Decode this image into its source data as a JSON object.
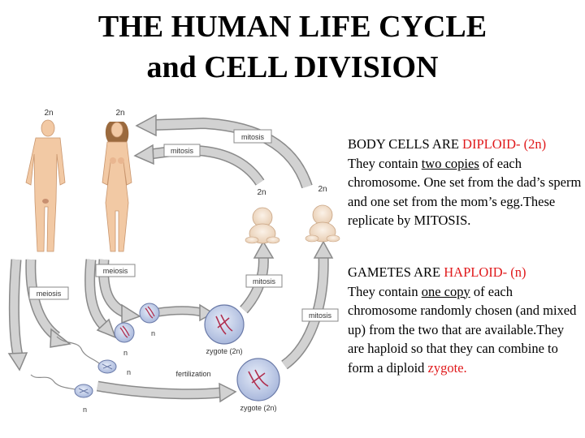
{
  "title": {
    "line1": "THE HUMAN LIFE CYCLE",
    "line2": "and CELL DIVISION"
  },
  "diagram": {
    "labels": {
      "adult_male_ploidy": "2n",
      "adult_female_ploidy": "2n",
      "baby_left_ploidy": "2n",
      "baby_right_ploidy": "2n",
      "mitosis_top": "mitosis",
      "mitosis_upper": "mitosis",
      "mitosis_middle": "mitosis",
      "mitosis_right": "mitosis",
      "meiosis_left": "meiosis",
      "meiosis_right": "meiosis",
      "egg_upper_n": "n",
      "egg_lower_n": "n",
      "sperm_n": "n",
      "sperm_lower_n": "n",
      "fertilization": "fertilization",
      "zygote_upper": "zygote (2n)",
      "zygote_lower": "zygote (2n)"
    }
  },
  "body_cells": {
    "heading_prefix": "BODY CELLS ARE ",
    "heading_highlight": "DIPLOID- (2n)",
    "text_before": "They contain ",
    "underlined": "two copies",
    "text_after": " of each chromosome. One set from the dad’s sperm and one set from the mom’s egg.These replicate by MITOSIS."
  },
  "gametes": {
    "heading_prefix": "GAMETES ARE ",
    "heading_highlight": "HAPLOID- (n)",
    "text_before": "They contain ",
    "underlined": "one copy",
    "text_after": " of each chromosome randomly chosen (and mixed up) from the two that are available.They are haploid so that they can combine to form a diploid ",
    "ending_highlight": "zygote."
  },
  "colors": {
    "highlight": "#e0191b",
    "arrow_fill": "#d2d2d2",
    "arrow_stroke": "#8a8a8a",
    "skin": "#f2c9a4",
    "cell_fill": "#c9d3ea",
    "cell_stroke": "#6a7aa8",
    "chromosome": "#b03050"
  }
}
